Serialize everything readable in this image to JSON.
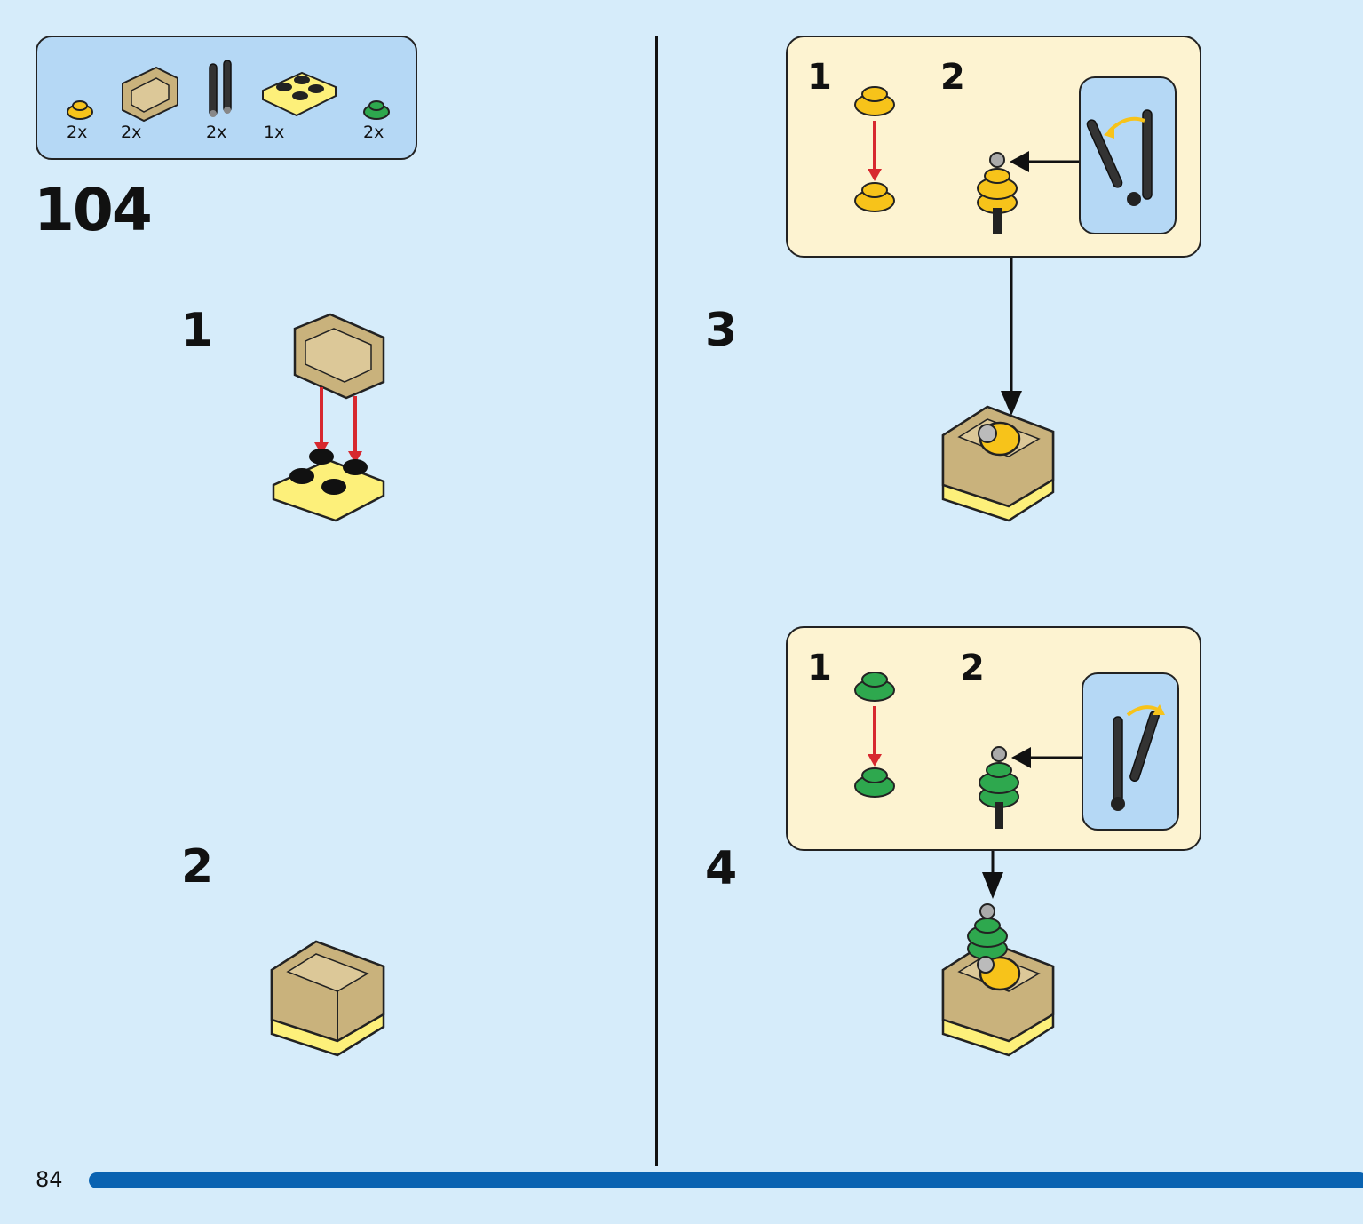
{
  "parts_list": {
    "items": [
      {
        "name": "yellow-round-plate",
        "quantity": "2x",
        "color": "#f7c31a"
      },
      {
        "name": "tan-corner-wall",
        "quantity": "2x",
        "color": "#c9b27c"
      },
      {
        "name": "black-bar-pair",
        "quantity": "2x",
        "color": "#222222"
      },
      {
        "name": "yellow-plate-2x2",
        "quantity": "1x",
        "color": "#fdf07a"
      },
      {
        "name": "green-round-plate",
        "quantity": "2x",
        "color": "#2ea84e"
      }
    ]
  },
  "step": {
    "number": "104"
  },
  "substeps": {
    "one": "1",
    "two": "2",
    "three": "3",
    "four": "4"
  },
  "callout_a": {
    "first": "1",
    "second": "2"
  },
  "callout_b": {
    "first": "1",
    "second": "2"
  },
  "page": {
    "number": "84"
  },
  "colors": {
    "background": "#d6ecfa",
    "inset": "#b5d8f5",
    "callout": "#fdf3d1",
    "arrow_red": "#d7282f",
    "progress": "#0a63b1"
  }
}
